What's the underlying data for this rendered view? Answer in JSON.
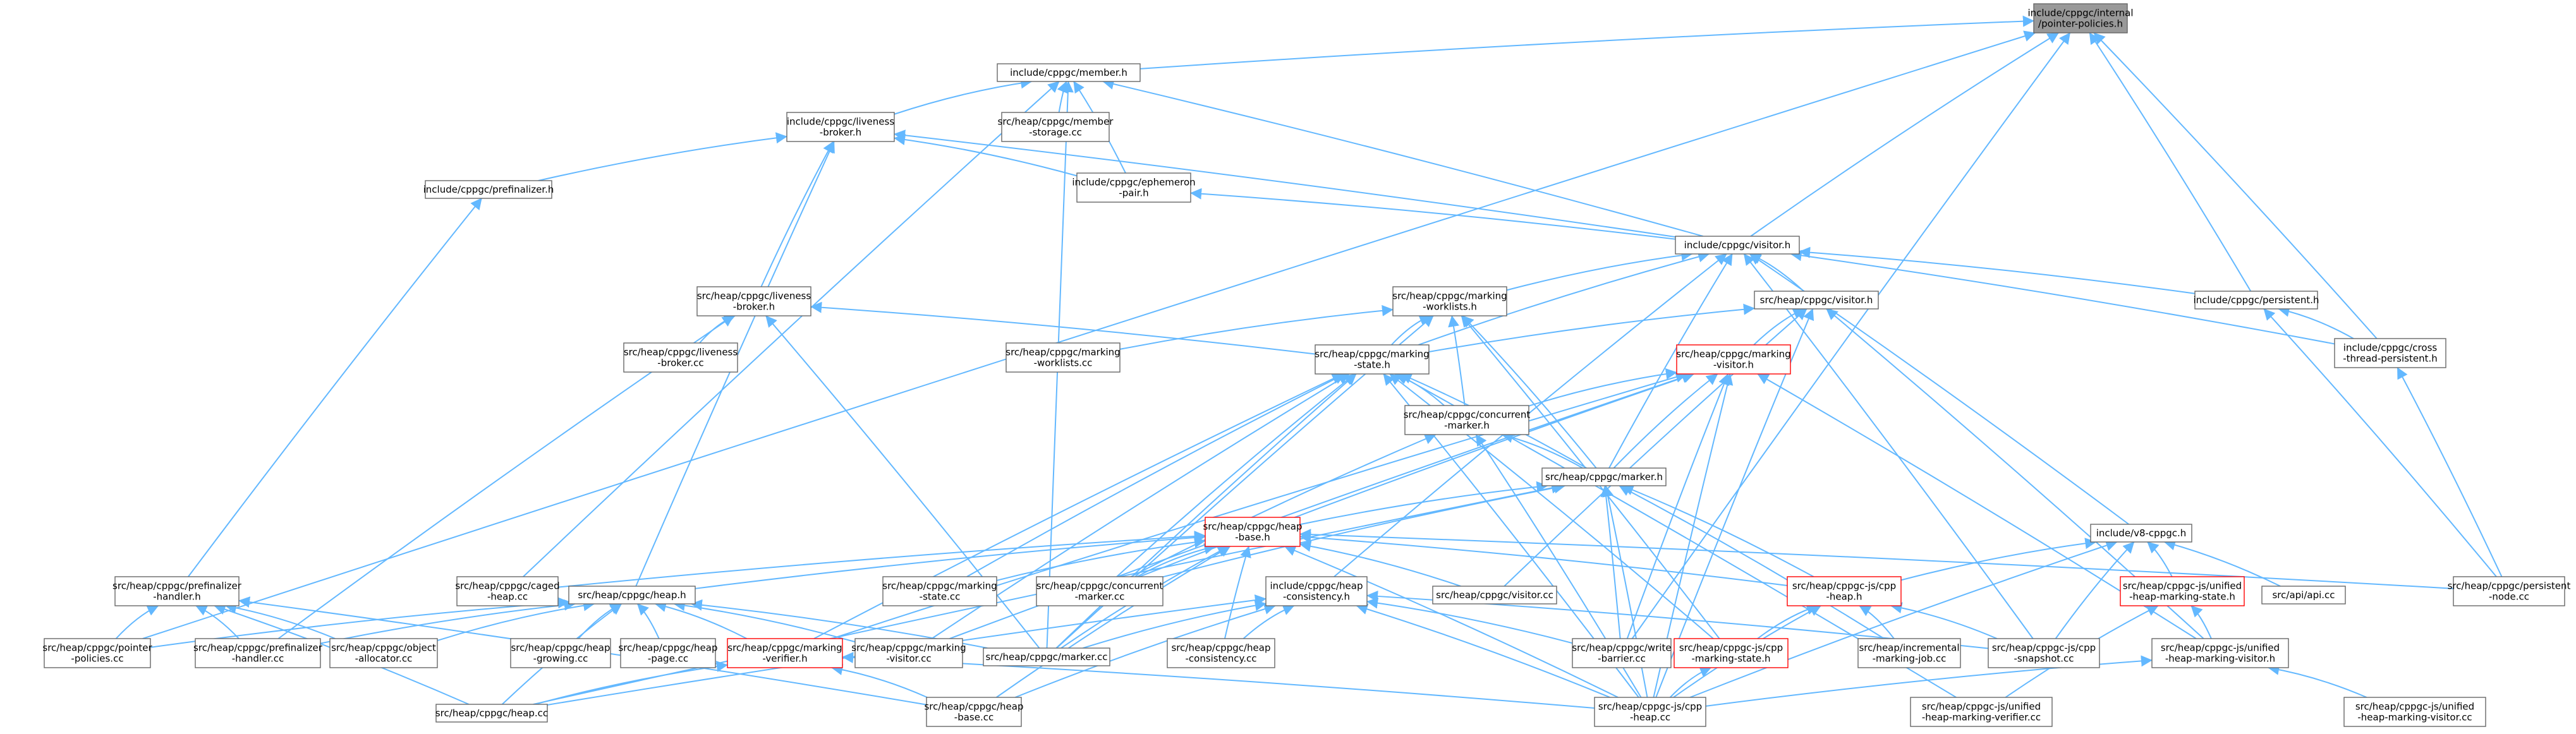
{
  "colors": {
    "edge": "#63b8ff",
    "node_border": "#666666",
    "node_fill": "#ffffff",
    "highlight_fill": "#999999",
    "highlight_border": "#666666",
    "red_border": "#ff0000",
    "text": "#000000",
    "background": "#ffffff"
  },
  "nodes": [
    {
      "id": "pointer_policies",
      "lines": [
        "include/cppgc/internal",
        "/pointer-policies.h"
      ],
      "style": "highlight"
    },
    {
      "id": "member",
      "lines": [
        "include/cppgc/member.h"
      ],
      "style": "normal"
    },
    {
      "id": "liveness_broker_inc",
      "lines": [
        "include/cppgc/liveness",
        "-broker.h"
      ],
      "style": "normal"
    },
    {
      "id": "member_storage",
      "lines": [
        "src/heap/cppgc/member",
        "-storage.cc"
      ],
      "style": "normal"
    },
    {
      "id": "prefinalizer_inc",
      "lines": [
        "include/cppgc/prefinalizer.h"
      ],
      "style": "normal"
    },
    {
      "id": "ephemeron_pair",
      "lines": [
        "include/cppgc/ephemeron",
        "-pair.h"
      ],
      "style": "normal"
    },
    {
      "id": "visitor_inc",
      "lines": [
        "include/cppgc/visitor.h"
      ],
      "style": "normal"
    },
    {
      "id": "liveness_broker_src",
      "lines": [
        "src/heap/cppgc/liveness",
        "-broker.h"
      ],
      "style": "normal"
    },
    {
      "id": "marking_worklists_h",
      "lines": [
        "src/heap/cppgc/marking",
        "-worklists.h"
      ],
      "style": "normal"
    },
    {
      "id": "visitor_src",
      "lines": [
        "src/heap/cppgc/visitor.h"
      ],
      "style": "normal"
    },
    {
      "id": "persistent",
      "lines": [
        "include/cppgc/persistent.h"
      ],
      "style": "normal"
    },
    {
      "id": "cross_thread",
      "lines": [
        "include/cppgc/cross",
        "-thread-persistent.h"
      ],
      "style": "normal"
    },
    {
      "id": "liveness_broker_cc",
      "lines": [
        "src/heap/cppgc/liveness",
        "-broker.cc"
      ],
      "style": "normal"
    },
    {
      "id": "marking_worklists_cc",
      "lines": [
        "src/heap/cppgc/marking",
        "-worklists.cc"
      ],
      "style": "normal"
    },
    {
      "id": "marking_state_h",
      "lines": [
        "src/heap/cppgc/marking",
        "-state.h"
      ],
      "style": "normal"
    },
    {
      "id": "marking_visitor_h",
      "lines": [
        "src/heap/cppgc/marking",
        "-visitor.h"
      ],
      "style": "red"
    },
    {
      "id": "concurrent_marker_h",
      "lines": [
        "src/heap/cppgc/concurrent",
        "-marker.h"
      ],
      "style": "normal"
    },
    {
      "id": "marker_h",
      "lines": [
        "src/heap/cppgc/marker.h"
      ],
      "style": "normal"
    },
    {
      "id": "v8_cppgc",
      "lines": [
        "include/v8-cppgc.h"
      ],
      "style": "normal"
    },
    {
      "id": "heap_base_h",
      "lines": [
        "src/heap/cppgc/heap",
        "-base.h"
      ],
      "style": "red"
    },
    {
      "id": "prefinalizer_handler_h",
      "lines": [
        "src/heap/cppgc/prefinalizer",
        "-handler.h"
      ],
      "style": "normal"
    },
    {
      "id": "caged_heap",
      "lines": [
        "src/heap/cppgc/caged",
        "-heap.cc"
      ],
      "style": "normal"
    },
    {
      "id": "heap_h",
      "lines": [
        "src/heap/cppgc/heap.h"
      ],
      "style": "normal"
    },
    {
      "id": "marking_state_cc",
      "lines": [
        "src/heap/cppgc/marking",
        "-state.cc"
      ],
      "style": "normal"
    },
    {
      "id": "concurrent_marker_cc",
      "lines": [
        "src/heap/cppgc/concurrent",
        "-marker.cc"
      ],
      "style": "normal"
    },
    {
      "id": "heap_consistency_inc",
      "lines": [
        "include/cppgc/heap",
        "-consistency.h"
      ],
      "style": "normal"
    },
    {
      "id": "visitor_cc",
      "lines": [
        "src/heap/cppgc/visitor.cc"
      ],
      "style": "normal"
    },
    {
      "id": "cpp_heap_h",
      "lines": [
        "src/heap/cppgc-js/cpp",
        "-heap.h"
      ],
      "style": "red"
    },
    {
      "id": "unified_state_h",
      "lines": [
        "src/heap/cppgc-js/unified",
        "-heap-marking-state.h"
      ],
      "style": "red"
    },
    {
      "id": "api_cc",
      "lines": [
        "src/api/api.cc"
      ],
      "style": "normal"
    },
    {
      "id": "persistent_node",
      "lines": [
        "src/heap/cppgc/persistent",
        "-node.cc"
      ],
      "style": "normal"
    },
    {
      "id": "pointer_policies_cc",
      "lines": [
        "src/heap/cppgc/pointer",
        "-policies.cc"
      ],
      "style": "normal"
    },
    {
      "id": "prefinalizer_handler_cc",
      "lines": [
        "src/heap/cppgc/prefinalizer",
        "-handler.cc"
      ],
      "style": "normal"
    },
    {
      "id": "object_allocator_cc",
      "lines": [
        "src/heap/cppgc/object",
        "-allocator.cc"
      ],
      "style": "normal"
    },
    {
      "id": "heap_growing",
      "lines": [
        "src/heap/cppgc/heap",
        "-growing.cc"
      ],
      "style": "normal"
    },
    {
      "id": "heap_page",
      "lines": [
        "src/heap/cppgc/heap",
        "-page.cc"
      ],
      "style": "normal"
    },
    {
      "id": "marking_verifier_h",
      "lines": [
        "src/heap/cppgc/marking",
        "-verifier.h"
      ],
      "style": "red"
    },
    {
      "id": "marking_visitor_cc",
      "lines": [
        "src/heap/cppgc/marking",
        "-visitor.cc"
      ],
      "style": "normal"
    },
    {
      "id": "marker_cc",
      "lines": [
        "src/heap/cppgc/marker.cc"
      ],
      "style": "normal"
    },
    {
      "id": "heap_consistency_cc",
      "lines": [
        "src/heap/cppgc/heap",
        "-consistency.cc"
      ],
      "style": "normal"
    },
    {
      "id": "write_barrier",
      "lines": [
        "src/heap/cppgc/write",
        "-barrier.cc"
      ],
      "style": "normal"
    },
    {
      "id": "cpp_marking_state",
      "lines": [
        "src/heap/cppgc-js/cpp",
        "-marking-state.h"
      ],
      "style": "red"
    },
    {
      "id": "incremental_job",
      "lines": [
        "src/heap/incremental",
        "-marking-job.cc"
      ],
      "style": "normal"
    },
    {
      "id": "cpp_snapshot",
      "lines": [
        "src/heap/cppgc-js/cpp",
        "-snapshot.cc"
      ],
      "style": "normal"
    },
    {
      "id": "unified_visitor_h",
      "lines": [
        "src/heap/cppgc-js/unified",
        "-heap-marking-visitor.h"
      ],
      "style": "normal"
    },
    {
      "id": "heap_cc",
      "lines": [
        "src/heap/cppgc/heap.cc"
      ],
      "style": "normal"
    },
    {
      "id": "heap_base_cc",
      "lines": [
        "src/heap/cppgc/heap",
        "-base.cc"
      ],
      "style": "normal"
    },
    {
      "id": "cpp_heap_cc",
      "lines": [
        "src/heap/cppgc-js/cpp",
        "-heap.cc"
      ],
      "style": "normal"
    },
    {
      "id": "unified_verifier_cc",
      "lines": [
        "src/heap/cppgc-js/unified",
        "-heap-marking-verifier.cc"
      ],
      "style": "normal"
    },
    {
      "id": "unified_visitor_cc",
      "lines": [
        "src/heap/cppgc-js/unified",
        "-heap-marking-visitor.cc"
      ],
      "style": "normal"
    }
  ],
  "edges": [
    [
      "member",
      "pointer_policies"
    ],
    [
      "visitor_inc",
      "pointer_policies"
    ],
    [
      "persistent",
      "pointer_policies"
    ],
    [
      "cross_thread",
      "pointer_policies"
    ],
    [
      "pointer_policies_cc",
      "pointer_policies"
    ],
    [
      "write_barrier",
      "pointer_policies"
    ],
    [
      "liveness_broker_inc",
      "member"
    ],
    [
      "member_storage",
      "member"
    ],
    [
      "ephemeron_pair",
      "member"
    ],
    [
      "visitor_inc",
      "member"
    ],
    [
      "caged_heap",
      "member"
    ],
    [
      "marker_cc",
      "member"
    ],
    [
      "prefinalizer_inc",
      "liveness_broker_inc"
    ],
    [
      "visitor_inc",
      "liveness_broker_inc"
    ],
    [
      "liveness_broker_src",
      "liveness_broker_inc"
    ],
    [
      "heap_h",
      "liveness_broker_inc"
    ],
    [
      "ephemeron_pair",
      "liveness_broker_inc"
    ],
    [
      "prefinalizer_handler_h",
      "prefinalizer_inc"
    ],
    [
      "visitor_inc",
      "ephemeron_pair"
    ],
    [
      "marking_worklists_h",
      "visitor_inc"
    ],
    [
      "visitor_src",
      "visitor_inc"
    ],
    [
      "persistent",
      "visitor_inc"
    ],
    [
      "cross_thread",
      "visitor_inc"
    ],
    [
      "v8_cppgc",
      "visitor_inc"
    ],
    [
      "marker_h",
      "visitor_inc"
    ],
    [
      "heap_consistency_inc",
      "visitor_inc"
    ],
    [
      "cpp_snapshot",
      "visitor_inc"
    ],
    [
      "marking_state_h",
      "visitor_inc"
    ],
    [
      "liveness_broker_cc",
      "liveness_broker_src"
    ],
    [
      "marking_state_h",
      "liveness_broker_src"
    ],
    [
      "prefinalizer_handler_cc",
      "liveness_broker_src"
    ],
    [
      "marker_cc",
      "liveness_broker_src"
    ],
    [
      "marking_worklists_cc",
      "marking_worklists_h"
    ],
    [
      "marking_state_h",
      "marking_worklists_h"
    ],
    [
      "concurrent_marker_h",
      "marking_worklists_h"
    ],
    [
      "marker_h",
      "marking_worklists_h"
    ],
    [
      "cpp_marking_state",
      "marking_worklists_h"
    ],
    [
      "marker_cc",
      "marking_worklists_h"
    ],
    [
      "marking_visitor_h",
      "visitor_src"
    ],
    [
      "visitor_cc",
      "visitor_src"
    ],
    [
      "cpp_heap_cc",
      "visitor_src"
    ],
    [
      "unified_visitor_h",
      "visitor_src"
    ],
    [
      "marking_state_h",
      "visitor_src"
    ],
    [
      "cross_thread",
      "persistent"
    ],
    [
      "persistent_node",
      "persistent"
    ],
    [
      "persistent_node",
      "cross_thread"
    ],
    [
      "concurrent_marker_h",
      "marking_state_h"
    ],
    [
      "marker_h",
      "marking_state_h"
    ],
    [
      "marking_state_cc",
      "marking_state_h"
    ],
    [
      "concurrent_marker_cc",
      "marking_state_h"
    ],
    [
      "marking_verifier_h",
      "marking_state_h"
    ],
    [
      "marking_visitor_cc",
      "marking_state_h"
    ],
    [
      "cpp_heap_cc",
      "marking_state_h"
    ],
    [
      "cpp_marking_state",
      "marking_state_h"
    ],
    [
      "unified_verifier_cc",
      "marking_state_h"
    ],
    [
      "marker_cc",
      "marking_state_h"
    ],
    [
      "concurrent_marker_h",
      "marking_visitor_h"
    ],
    [
      "marker_h",
      "marking_visitor_h"
    ],
    [
      "marking_visitor_cc",
      "marking_visitor_h"
    ],
    [
      "concurrent_marker_cc",
      "marking_visitor_h"
    ],
    [
      "unified_visitor_h",
      "marking_visitor_h"
    ],
    [
      "cpp_heap_cc",
      "marking_visitor_h"
    ],
    [
      "write_barrier",
      "marking_visitor_h"
    ],
    [
      "marking_verifier_h",
      "marking_visitor_h"
    ],
    [
      "marker_h",
      "concurrent_marker_h"
    ],
    [
      "concurrent_marker_cc",
      "concurrent_marker_h"
    ],
    [
      "cpp_heap_cc",
      "concurrent_marker_h"
    ],
    [
      "heap_base_h",
      "marker_h"
    ],
    [
      "cpp_heap_h",
      "marker_h"
    ],
    [
      "write_barrier",
      "marker_h"
    ],
    [
      "incremental_job",
      "marker_h"
    ],
    [
      "cpp_heap_cc",
      "marker_h"
    ],
    [
      "heap_cc",
      "marker_h"
    ],
    [
      "concurrent_marker_cc",
      "marker_h"
    ],
    [
      "cpp_heap_h",
      "v8_cppgc"
    ],
    [
      "unified_state_h",
      "v8_cppgc"
    ],
    [
      "api_cc",
      "v8_cppgc"
    ],
    [
      "cpp_snapshot",
      "v8_cppgc"
    ],
    [
      "cpp_heap_cc",
      "v8_cppgc"
    ],
    [
      "heap_h",
      "heap_base_h"
    ],
    [
      "caged_heap",
      "heap_base_h"
    ],
    [
      "marking_state_cc",
      "heap_base_h"
    ],
    [
      "concurrent_marker_cc",
      "heap_base_h"
    ],
    [
      "visitor_cc",
      "heap_base_h"
    ],
    [
      "cpp_heap_h",
      "heap_base_h"
    ],
    [
      "heap_consistency_cc",
      "heap_base_h"
    ],
    [
      "heap_base_cc",
      "heap_base_h"
    ],
    [
      "persistent_node",
      "heap_base_h"
    ],
    [
      "cpp_heap_cc",
      "heap_base_h"
    ],
    [
      "marker_cc",
      "heap_base_h"
    ],
    [
      "pointer_policies_cc",
      "prefinalizer_handler_h"
    ],
    [
      "prefinalizer_handler_cc",
      "prefinalizer_handler_h"
    ],
    [
      "object_allocator_cc",
      "prefinalizer_handler_h"
    ],
    [
      "heap_cc",
      "prefinalizer_handler_h"
    ],
    [
      "heap_base_cc",
      "prefinalizer_handler_h"
    ],
    [
      "pointer_policies_cc",
      "heap_h"
    ],
    [
      "prefinalizer_handler_cc",
      "heap_h"
    ],
    [
      "object_allocator_cc",
      "heap_h"
    ],
    [
      "heap_growing",
      "heap_h"
    ],
    [
      "heap_page",
      "heap_h"
    ],
    [
      "marking_verifier_h",
      "heap_h"
    ],
    [
      "marking_visitor_cc",
      "heap_h"
    ],
    [
      "marker_cc",
      "heap_h"
    ],
    [
      "heap_cc",
      "heap_h"
    ],
    [
      "heap_consistency_cc",
      "heap_consistency_inc"
    ],
    [
      "write_barrier",
      "heap_consistency_inc"
    ],
    [
      "cpp_snapshot",
      "heap_consistency_inc"
    ],
    [
      "marker_cc",
      "heap_consistency_inc"
    ],
    [
      "heap_cc",
      "heap_consistency_inc"
    ],
    [
      "heap_base_cc",
      "heap_consistency_inc"
    ],
    [
      "cpp_heap_cc",
      "heap_consistency_inc"
    ],
    [
      "cpp_marking_state",
      "cpp_heap_h"
    ],
    [
      "incremental_job",
      "cpp_heap_h"
    ],
    [
      "cpp_snapshot",
      "cpp_heap_h"
    ],
    [
      "cpp_heap_cc",
      "cpp_heap_h"
    ],
    [
      "unified_visitor_h",
      "unified_state_h"
    ],
    [
      "unified_verifier_cc",
      "unified_state_h"
    ],
    [
      "cpp_heap_cc",
      "cpp_marking_state"
    ],
    [
      "cpp_heap_cc",
      "unified_visitor_h"
    ],
    [
      "unified_visitor_cc",
      "unified_visitor_h"
    ],
    [
      "heap_cc",
      "marking_verifier_h"
    ],
    [
      "heap_base_cc",
      "marking_verifier_h"
    ],
    [
      "cpp_heap_cc",
      "marking_verifier_h"
    ]
  ]
}
